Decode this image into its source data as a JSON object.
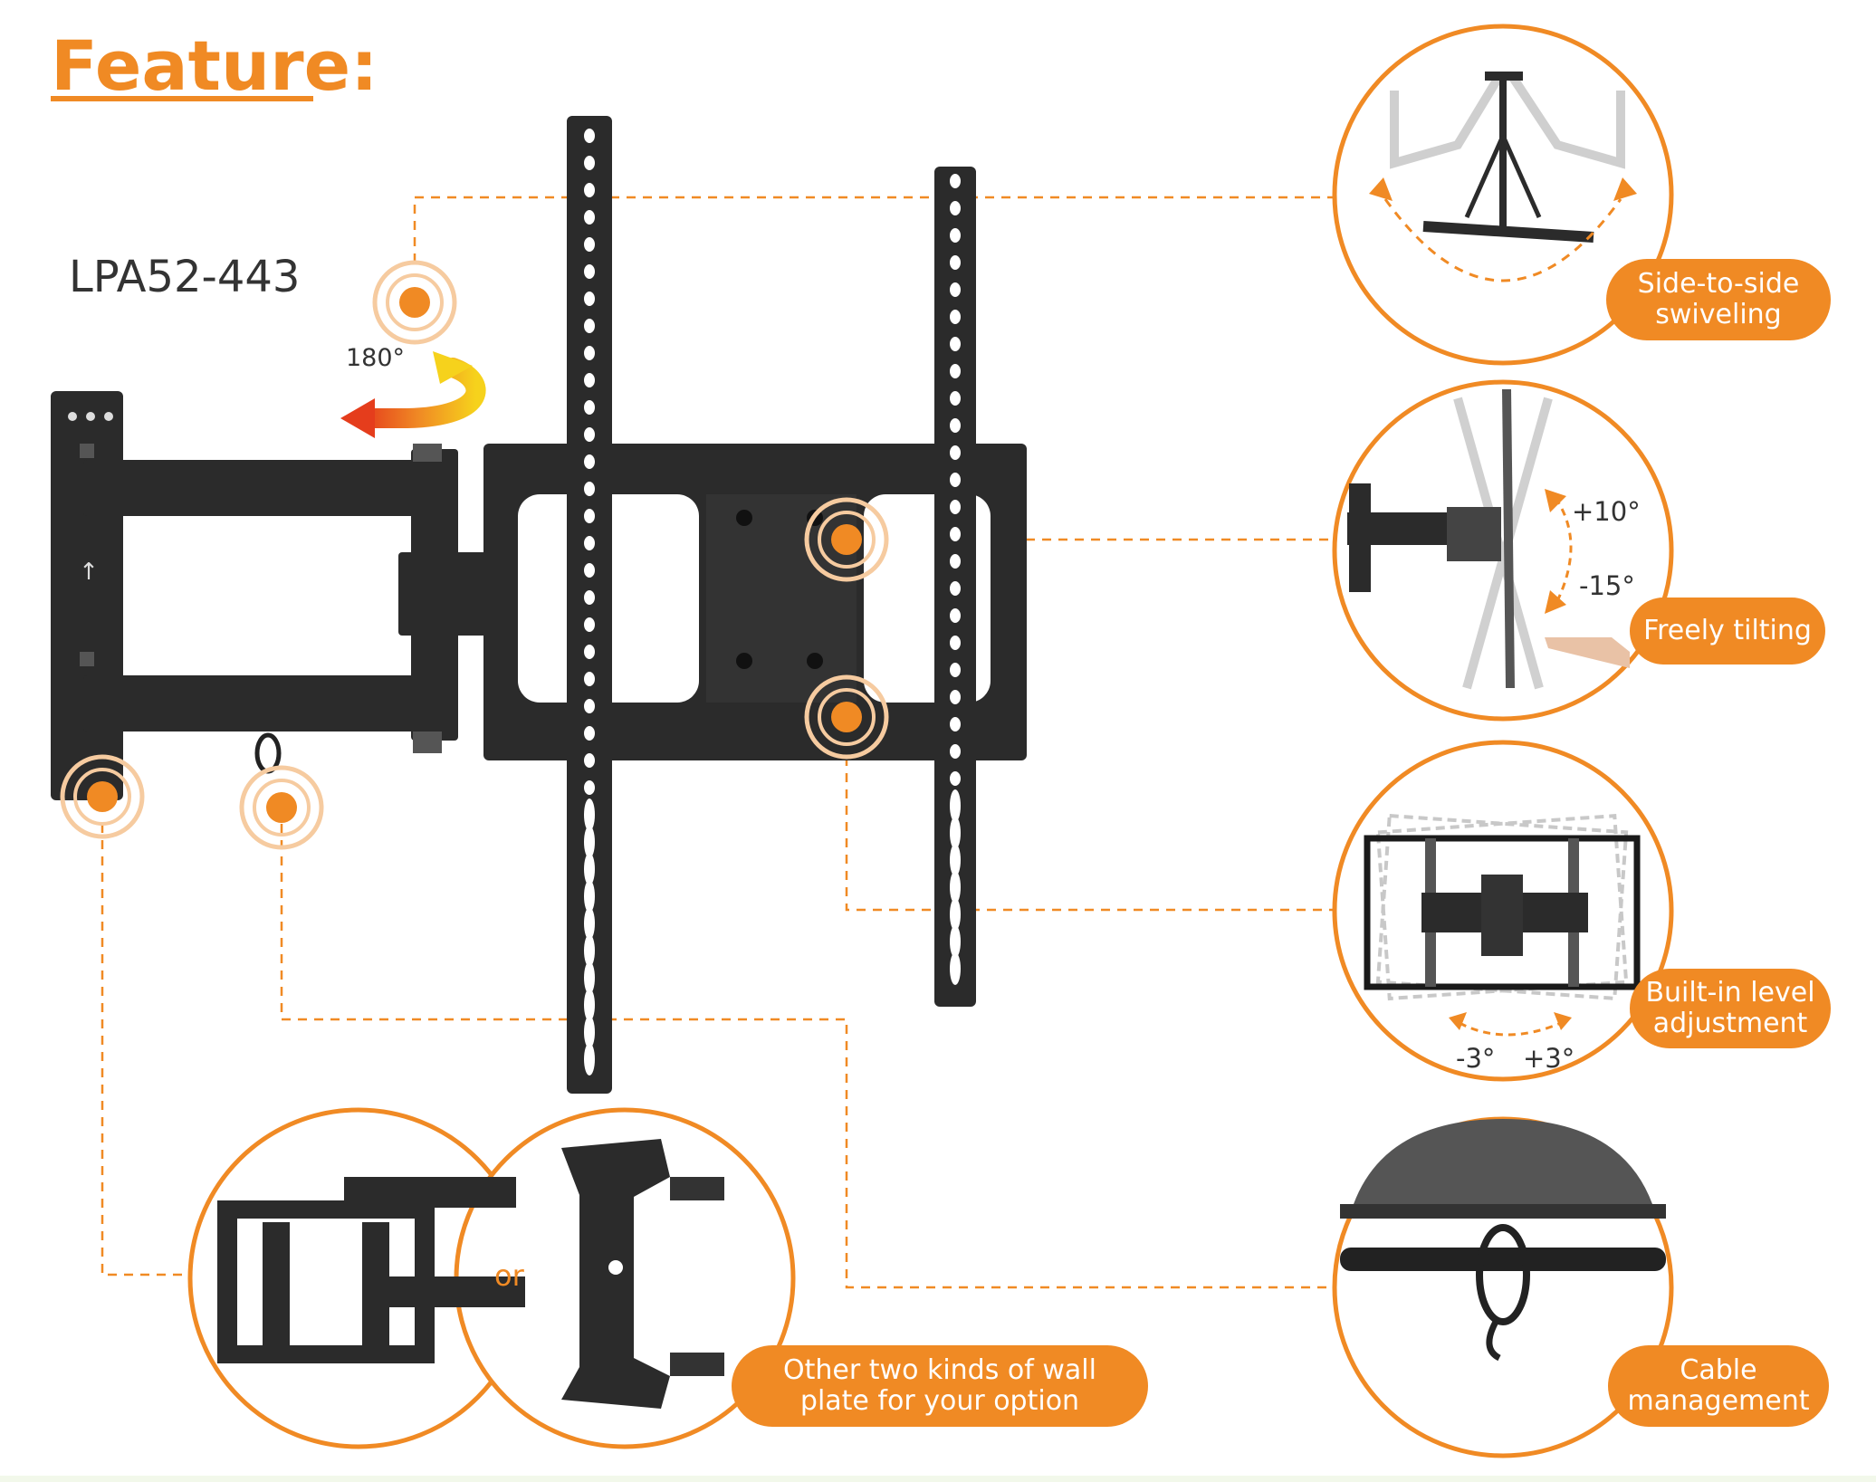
{
  "header": {
    "title": "Feature:",
    "model": "LPA52-443"
  },
  "main_mount": {
    "swivel_angle": "180°"
  },
  "callouts": {
    "swivel": {
      "label_line1": "Side-to-side",
      "label_line2": "swiveling"
    },
    "tilt": {
      "label": "Freely tilting",
      "up_angle": "+10°",
      "down_angle": "-15°"
    },
    "level": {
      "label_line1": "Built-in level",
      "label_line2": "adjustment",
      "left_angle": "-3°",
      "right_angle": "+3°"
    },
    "cable": {
      "label_line1": "Cable",
      "label_line2": "management"
    },
    "wall_plates": {
      "label_line1": "Other two kinds of wall",
      "label_line2": "plate for your option",
      "or_text": "or"
    }
  },
  "colors": {
    "accent": "#f08a24",
    "dark_metal": "#2b2b2b",
    "light_ghost": "#c8c8c8"
  },
  "icons": [
    "rotate-arrow-icon",
    "up-arrow-icon"
  ]
}
